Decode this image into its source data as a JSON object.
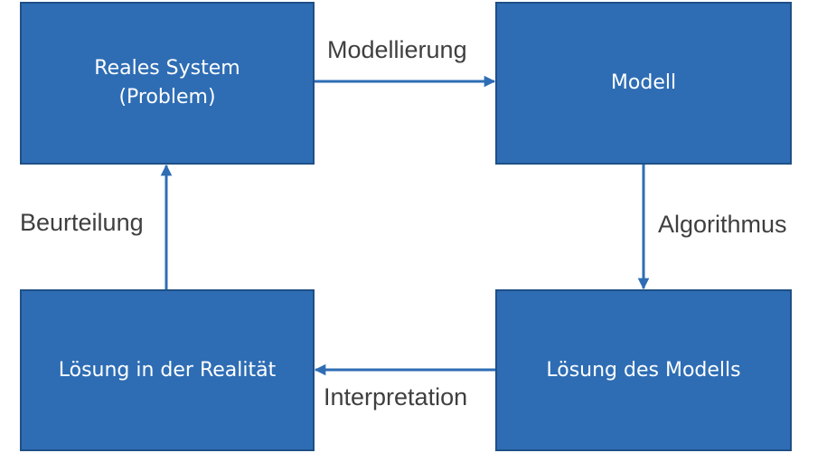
{
  "colors": {
    "box_fill": "#2e6db4",
    "box_border": "#1f4f86",
    "box_text": "#ffffff",
    "arrow": "#2e6db4",
    "edge_label_text": "#3f3f3f"
  },
  "nodes": {
    "real_system": {
      "line1": "Reales System",
      "line2": "(Problem)"
    },
    "model": {
      "label": "Modell"
    },
    "model_solution": {
      "label": "Lösung des Modells"
    },
    "real_solution": {
      "label": "Lösung in der Realität"
    }
  },
  "edges": {
    "modelling": "Modellierung",
    "algorithm": "Algorithmus",
    "interpretation": "Interpretation",
    "assessment": "Beurteilung"
  }
}
